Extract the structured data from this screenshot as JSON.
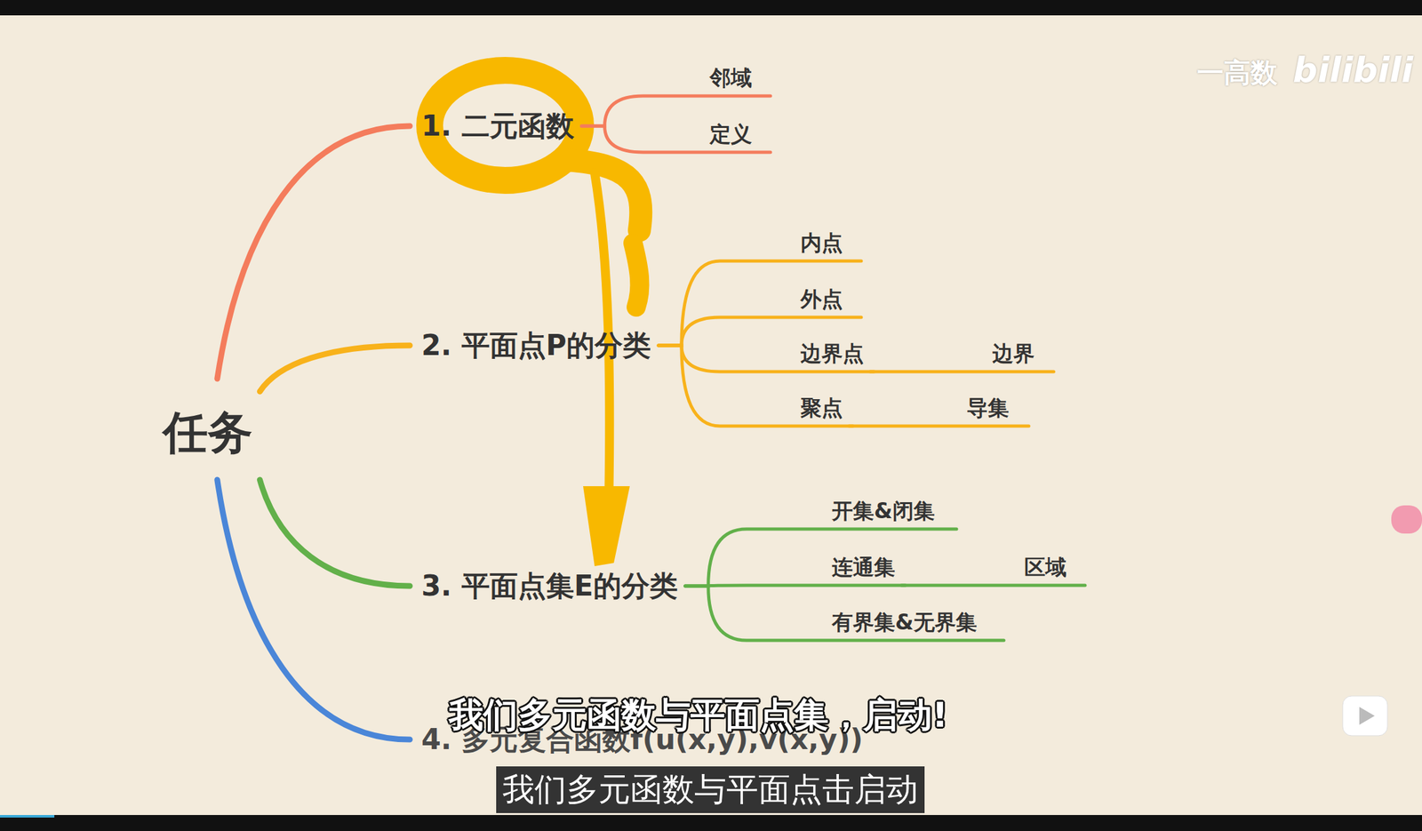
{
  "diagram": {
    "nodes": [
      {
        "text": [
          "任务"
        ]
      },
      {
        "text": [
          "1. 二元函数"
        ]
      },
      {
        "text": [
          "邻域"
        ]
      },
      {
        "text": [
          "定义"
        ]
      },
      {
        "text": [
          "2. 平面点P的分类"
        ]
      },
      {
        "text": [
          "内点"
        ]
      },
      {
        "text": [
          "外点"
        ]
      },
      {
        "text": [
          "边界点"
        ]
      },
      {
        "text": [
          "边界"
        ]
      },
      {
        "text": [
          "聚点"
        ]
      },
      {
        "text": [
          "导集"
        ]
      },
      {
        "text": [
          "3. 平面点集E的分类"
        ]
      },
      {
        "text": [
          "开集&闭集"
        ]
      },
      {
        "text": [
          "连通集"
        ]
      },
      {
        "text": [
          "区域"
        ]
      },
      {
        "text": [
          "有界集&无界集"
        ]
      },
      {
        "text": [
          "4. 多元复合函数f(u(x,y),v(x,y))"
        ]
      }
    ],
    "edges": [
      {
        "from": 0,
        "to": 1,
        "arrow": "none"
      },
      {
        "from": 0,
        "to": 4,
        "arrow": "none"
      },
      {
        "from": 0,
        "to": 11,
        "arrow": "none"
      },
      {
        "from": 0,
        "to": 16,
        "arrow": "none"
      },
      {
        "from": 1,
        "to": 2,
        "arrow": "none"
      },
      {
        "from": 1,
        "to": 3,
        "arrow": "none"
      },
      {
        "from": 4,
        "to": 5,
        "arrow": "none"
      },
      {
        "from": 4,
        "to": 6,
        "arrow": "none"
      },
      {
        "from": 4,
        "to": 7,
        "arrow": "none"
      },
      {
        "from": 7,
        "to": 8,
        "arrow": "none"
      },
      {
        "from": 4,
        "to": 9,
        "arrow": "none"
      },
      {
        "from": 9,
        "to": 10,
        "arrow": "none"
      },
      {
        "from": 11,
        "to": 12,
        "arrow": "none"
      },
      {
        "from": 11,
        "to": 13,
        "arrow": "none"
      },
      {
        "from": 13,
        "to": 14,
        "arrow": "none"
      },
      {
        "from": 11,
        "to": 15,
        "arrow": "none"
      }
    ],
    "labels": [
      "我们多元函数与平面点集，启动!",
      "我们多元函数与平面点击启动",
      "一高数",
      "bilibili"
    ]
  }
}
